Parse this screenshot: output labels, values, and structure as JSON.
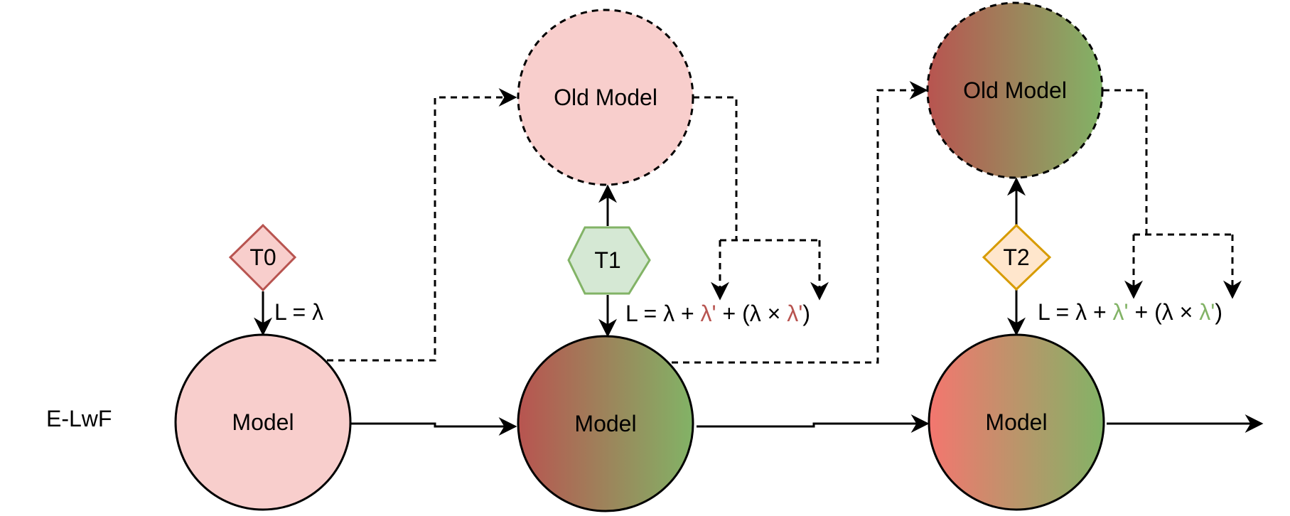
{
  "row_label": "E-LwF",
  "stages": [
    {
      "task": "T0",
      "model": "Model",
      "loss": "L = λ"
    },
    {
      "task": "T1",
      "model": "Model",
      "old_model": "Old Model",
      "loss": {
        "base": "L = λ + ",
        "p1": "λ'",
        "mid": " + (λ × ",
        "p2": "λ'",
        "end": ")"
      }
    },
    {
      "task": "T2",
      "model": "Model",
      "old_model": "Old Model",
      "loss": {
        "base": "L = λ + ",
        "p1": "λ'",
        "mid": " + (λ × ",
        "p2": "λ'",
        "end": ")"
      }
    }
  ],
  "colors": {
    "pink_fill": "#f8cecc",
    "pink_stroke": "#b85450",
    "green_fill": "#d5e8d4",
    "green_stroke": "#82b366",
    "orange_fill": "#ffe6cc",
    "orange_stroke": "#d79b00",
    "red_text": "#b85450",
    "green_text": "#82b366",
    "grad_dark_red": "#b85450",
    "grad_red": "#f4766f",
    "grad_green": "#82b366"
  }
}
